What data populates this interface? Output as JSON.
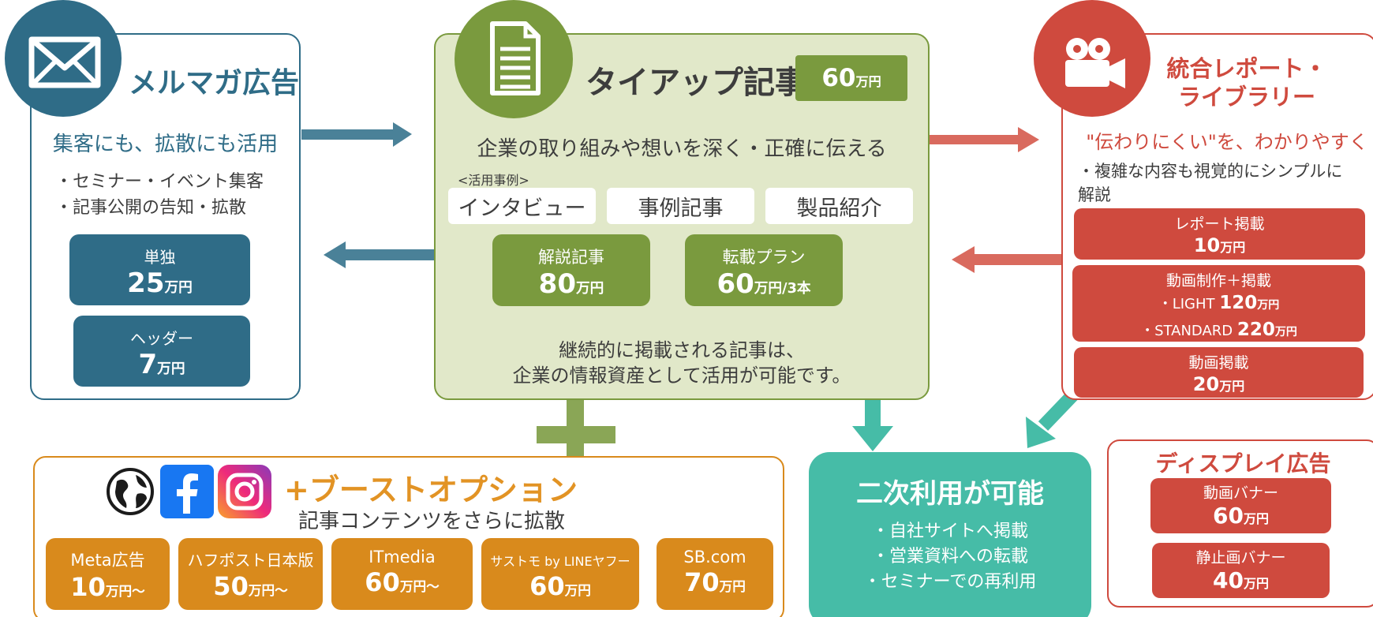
{
  "colors": {
    "blue": "#2f6c87",
    "green": "#7a9a3e",
    "green_light": "#e1e8c9",
    "red": "#cf4a3e",
    "orange": "#d98a1c",
    "teal": "#46bca7"
  },
  "mail": {
    "title": "メルマガ広告",
    "subtitle": "集客にも、拡散にも活用",
    "bullets": [
      "・セミナー・イベント集客",
      "・記事公開の告知・拡散"
    ],
    "plans": [
      {
        "name": "単独",
        "price": "25",
        "unit": "万円"
      },
      {
        "name": "ヘッダー",
        "price": "7",
        "unit": "万円"
      }
    ]
  },
  "tieup": {
    "title": "タイアップ記事",
    "price_badge": "60",
    "price_badge_unit": "万円",
    "subtitle": "企業の取り組みや想いを深く・正確に伝える",
    "examples_label": "<活用事例>",
    "examples": [
      "インタビュー",
      "事例記事",
      "製品紹介"
    ],
    "plans": [
      {
        "name": "解説記事",
        "price": "80",
        "unit": "万円"
      },
      {
        "name": "転載プラン",
        "price": "60",
        "unit": "万円/3本"
      }
    ],
    "footer": [
      "継続的に掲載される記事は、",
      "企業の情報資産として活用が可能です。"
    ]
  },
  "report": {
    "title": [
      "統合レポート・",
      "ライブラリー"
    ],
    "subtitle": "\"伝わりにくい\"を、わかりやすく",
    "desc": [
      "・複雑な内容も視覚的にシンプルに",
      "解説"
    ],
    "plans": {
      "report": {
        "name": "レポート掲載",
        "price": "10",
        "unit": "万円"
      },
      "video": {
        "name": "動画制作＋掲載",
        "light_label": "・LIGHT ",
        "light_price": "120",
        "light_unit": "万円",
        "standard_label": "・STANDARD ",
        "standard_price": "220",
        "standard_unit": "万円"
      },
      "video_post": {
        "name": "動画掲載",
        "price": "20",
        "unit": "万円"
      }
    }
  },
  "boost": {
    "title": "+ブーストオプション",
    "subtitle": "記事コンテンツをさらに拡散",
    "icons": [
      "globe-icon",
      "facebook-icon",
      "instagram-icon"
    ],
    "options": [
      {
        "name": "Meta広告",
        "price": "10",
        "unit": "万円～"
      },
      {
        "name": "ハフポスト日本版",
        "price": "50",
        "unit": "万円～"
      },
      {
        "name": "ITmedia",
        "price": "60",
        "unit": "万円～"
      },
      {
        "name": "サストモ by LINEヤフー",
        "price": "60",
        "unit": "万円"
      },
      {
        "name": "SB.com",
        "price": "70",
        "unit": "万円"
      }
    ]
  },
  "secondary": {
    "title": "二次利用が可能",
    "bullets": [
      "・自社サイトへ掲載",
      "・営業資料への転載",
      "・セミナーでの再利用"
    ]
  },
  "display": {
    "title": "ディスプレイ広告",
    "plans": [
      {
        "name": "動画バナー",
        "price": "60",
        "unit": "万円"
      },
      {
        "name": "静止画バナー",
        "price": "40",
        "unit": "万円"
      }
    ]
  }
}
